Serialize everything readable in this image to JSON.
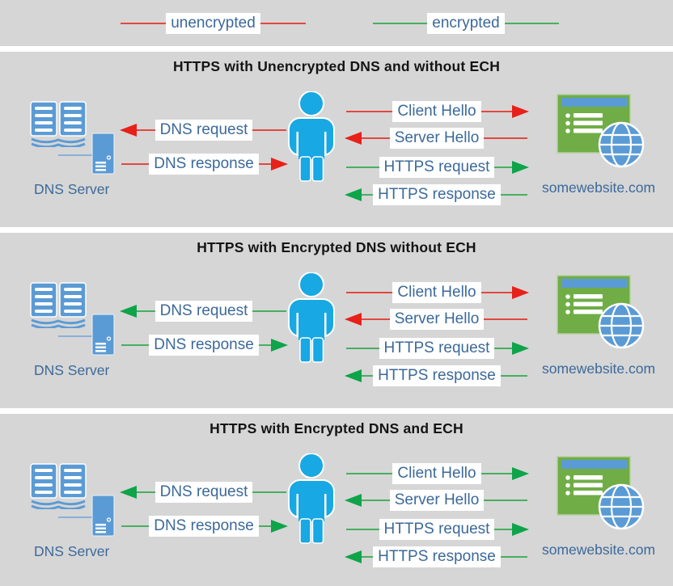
{
  "legend": {
    "unencrypted": {
      "label": "unencrypted",
      "encryption": "unencrypted"
    },
    "encrypted": {
      "label": "encrypted",
      "encryption": "encrypted"
    }
  },
  "panels": [
    {
      "title": "HTTPS with Unencrypted DNS and without ECH",
      "dns_server_label": "DNS Server",
      "website_label": "somewebsite.com",
      "messages": {
        "dns_request": {
          "label": "DNS request",
          "direction": "to-dns-server",
          "encryption": "unencrypted"
        },
        "dns_response": {
          "label": "DNS response",
          "direction": "to-client",
          "encryption": "unencrypted"
        },
        "client_hello": {
          "label": "Client Hello",
          "direction": "to-website",
          "encryption": "unencrypted"
        },
        "server_hello": {
          "label": "Server Hello",
          "direction": "to-client",
          "encryption": "unencrypted"
        },
        "https_request": {
          "label": "HTTPS request",
          "direction": "to-website",
          "encryption": "encrypted"
        },
        "https_response": {
          "label": "HTTPS response",
          "direction": "to-client",
          "encryption": "encrypted"
        }
      }
    },
    {
      "title": "HTTPS with Encrypted DNS without ECH",
      "dns_server_label": "DNS Server",
      "website_label": "somewebsite.com",
      "messages": {
        "dns_request": {
          "label": "DNS request",
          "direction": "to-dns-server",
          "encryption": "encrypted"
        },
        "dns_response": {
          "label": "DNS response",
          "direction": "to-client",
          "encryption": "encrypted"
        },
        "client_hello": {
          "label": "Client Hello",
          "direction": "to-website",
          "encryption": "unencrypted"
        },
        "server_hello": {
          "label": "Server Hello",
          "direction": "to-client",
          "encryption": "unencrypted"
        },
        "https_request": {
          "label": "HTTPS request",
          "direction": "to-website",
          "encryption": "encrypted"
        },
        "https_response": {
          "label": "HTTPS response",
          "direction": "to-client",
          "encryption": "encrypted"
        }
      }
    },
    {
      "title": "HTTPS with Encrypted DNS and ECH",
      "dns_server_label": "DNS Server",
      "website_label": "somewebsite.com",
      "messages": {
        "dns_request": {
          "label": "DNS request",
          "direction": "to-dns-server",
          "encryption": "encrypted"
        },
        "dns_response": {
          "label": "DNS response",
          "direction": "to-client",
          "encryption": "encrypted"
        },
        "client_hello": {
          "label": "Client Hello",
          "direction": "to-website",
          "encryption": "encrypted"
        },
        "server_hello": {
          "label": "Server Hello",
          "direction": "to-client",
          "encryption": "encrypted"
        },
        "https_request": {
          "label": "HTTPS request",
          "direction": "to-website",
          "encryption": "encrypted"
        },
        "https_response": {
          "label": "HTTPS response",
          "direction": "to-client",
          "encryption": "encrypted"
        }
      }
    }
  ],
  "colors": {
    "unencrypted_line": "#e2483f",
    "unencrypted_head": "#e8201a",
    "encrypted_line": "#47af60",
    "encrypted_head": "#0ea449",
    "panel_background": "#d6d6d6",
    "label_text": "#3c699a",
    "icon_blue": "#5b9bd5",
    "person_blue": "#18a8e3",
    "website_green": "#70ad47"
  }
}
